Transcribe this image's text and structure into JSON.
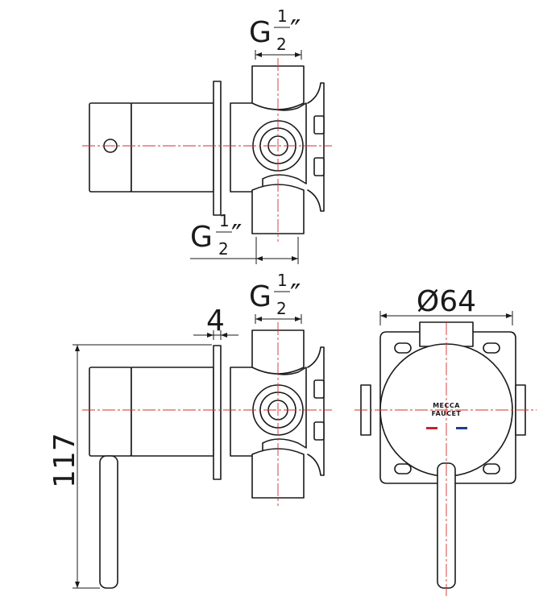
{
  "dimensions": {
    "thread_top": {
      "prefix": "G",
      "num": "1",
      "den": "2",
      "suffix": "″"
    },
    "thread_bottom": {
      "prefix": "G",
      "num": "1",
      "den": "2",
      "suffix": "″"
    },
    "thread_side": {
      "prefix": "G",
      "num": "1",
      "den": "2",
      "suffix": "″"
    },
    "plate_thickness": "4",
    "height": "117",
    "diameter": "Ø64"
  },
  "logo": {
    "line1": "MECCA",
    "line2": "FAUCET"
  },
  "colors": {
    "centerline": "#d0312d",
    "hot_marker": "#c0262c",
    "cold_marker": "#1f3d8f",
    "outline": "#1a1a1a"
  }
}
